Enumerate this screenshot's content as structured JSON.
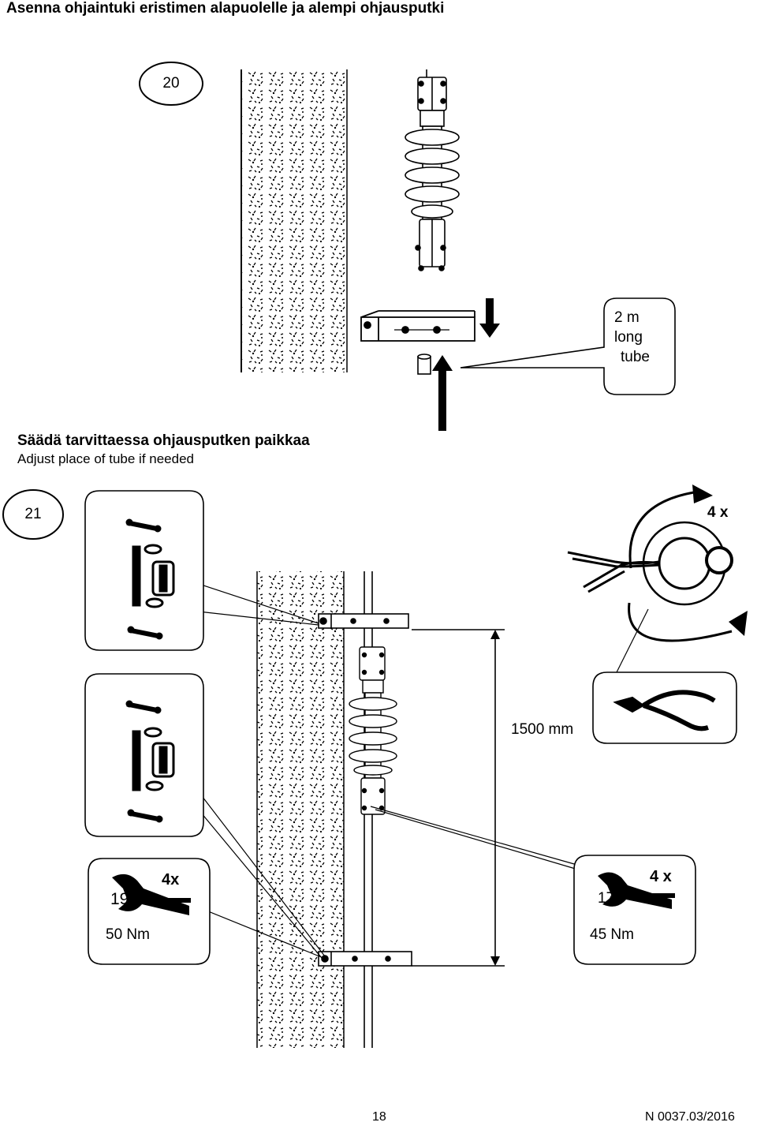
{
  "page": {
    "title": "Asenna ohjaintuki eristimen alapuolelle ja alempi ohjausputki",
    "page_number": "18",
    "doc_code": "N 0037.03/2016"
  },
  "step20": {
    "number": "20",
    "callout": [
      "2 m",
      "long",
      "tube"
    ]
  },
  "instruction": {
    "fi": "Säädä tarvittaessa ohjausputken paikkaa",
    "en": "Adjust place of tube if needed"
  },
  "step21": {
    "number": "21",
    "rotate_count": "4 x",
    "distance": "1500 mm",
    "wrench_left": {
      "size": "19",
      "count": "4x",
      "torque": "50 Nm"
    },
    "wrench_right": {
      "size": "17",
      "count": "4 x",
      "torque": "45 Nm"
    }
  }
}
